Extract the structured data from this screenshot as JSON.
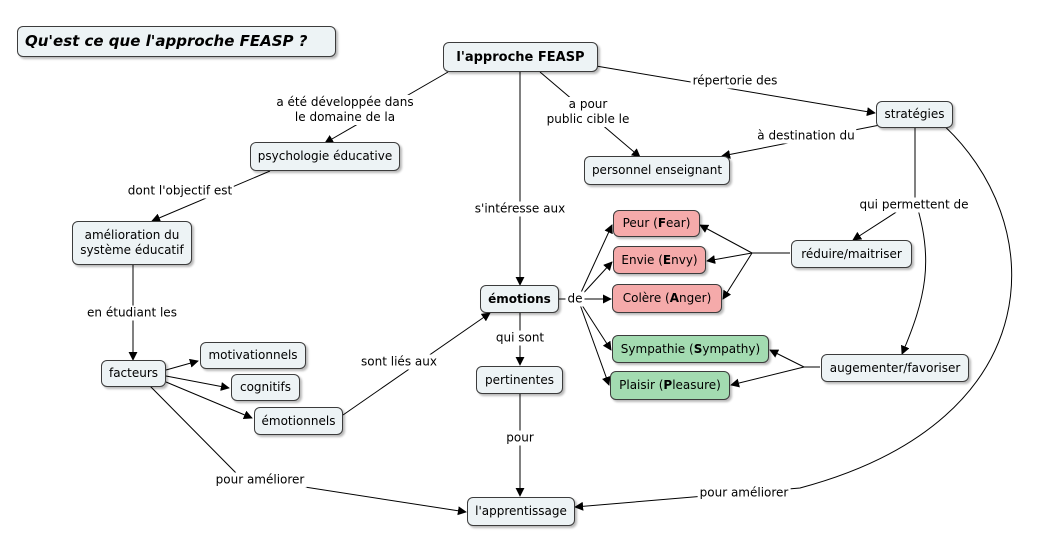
{
  "title": "Qu'est ce que l'approche FEASP ?",
  "nodes": {
    "approche": "l'approche FEASP",
    "psychologie": "psychologie éducative",
    "amelioration": "amélioration du\nsystème éducatif",
    "facteurs": "facteurs",
    "motivationnels": "motivationnels",
    "cognitifs": "cognitifs",
    "emotionnels": "émotionnels",
    "emotions": "émotions",
    "pertinentes": "pertinentes",
    "apprentissage": "l'apprentissage",
    "personnel": "personnel enseignant",
    "strategies": "stratégies",
    "reduire": "réduire/maitriser",
    "augmenter": "augementer/favoriser"
  },
  "emotions_list": {
    "peur": {
      "pre": "Peur (",
      "letter": "F",
      "post": "ear)"
    },
    "envie": {
      "pre": "Envie (",
      "letter": "E",
      "post": "nvy)"
    },
    "colere": {
      "pre": "Colère (",
      "letter": "A",
      "post": "nger)"
    },
    "sympathie": {
      "pre": "Sympathie (",
      "letter": "S",
      "post": "ympathy)"
    },
    "plaisir": {
      "pre": "Plaisir (",
      "letter": "P",
      "post": "leasure)"
    }
  },
  "links": {
    "developpee": "a été développée dans\nle domaine de la",
    "public": "a pour\npublic cible le",
    "repertorie": "répertorie des",
    "destination": "à destination du",
    "objectif": "dont l'objectif est",
    "interesse": "s'intéresse aux",
    "permettent": "qui permettent de",
    "etudiant": "en étudiant les",
    "lies": "sont liés aux",
    "de": "de",
    "sont": "qui sont",
    "pour": "pour",
    "ameliorer_left": "pour améliorer",
    "ameliorer_right": "pour améliorer"
  },
  "colors": {
    "node_bg": "#edf3f5",
    "negative_emotion": "#f5aaaa",
    "positive_emotion": "#a3dbb1",
    "line": "#000000"
  }
}
